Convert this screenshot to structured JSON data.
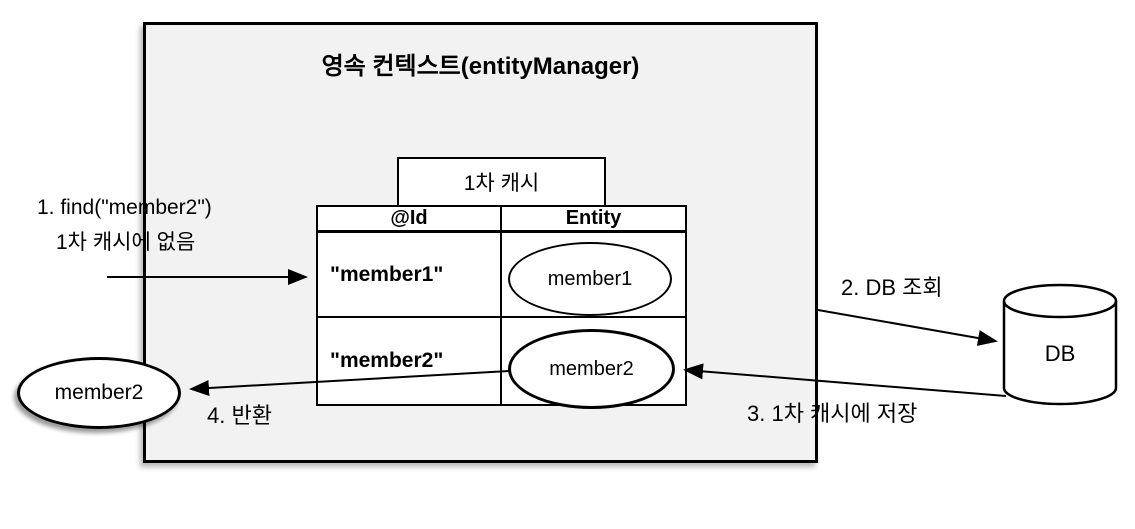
{
  "diagram": {
    "title": "영속 컨텍스트(entityManager)",
    "cache_label": "1차 캐시",
    "table": {
      "headers": [
        "@Id",
        "Entity"
      ],
      "rows": [
        {
          "id": "\"member1\"",
          "entity": "member1"
        },
        {
          "id": "\"member2\"",
          "entity": "member2"
        }
      ]
    },
    "external_entity_label": "member2",
    "db_label": "DB",
    "steps": [
      {
        "label": "1. find(\"member2\")",
        "sublabel": "1차 캐시에 없음"
      },
      {
        "label": "2. DB 조회"
      },
      {
        "label": "3. 1차 캐시에 저장"
      },
      {
        "label": "4. 반환"
      }
    ],
    "colors": {
      "box_fill": "#f2f2f2",
      "stroke": "#000000",
      "cell_fill": "#ffffff",
      "background": "#ffffff"
    }
  }
}
